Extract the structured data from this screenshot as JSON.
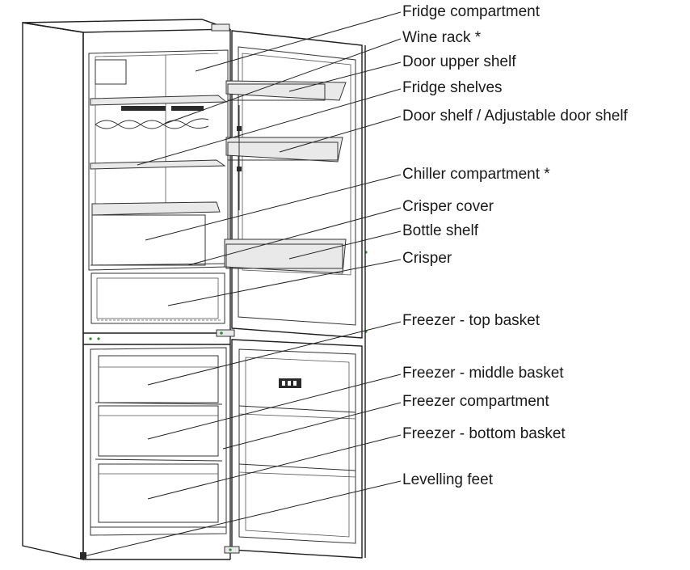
{
  "labels": [
    {
      "id": "fridge-compartment",
      "text": "Fridge compartment"
    },
    {
      "id": "wine-rack",
      "text": "Wine rack *"
    },
    {
      "id": "door-upper-shelf",
      "text": "Door upper shelf"
    },
    {
      "id": "fridge-shelves",
      "text": "Fridge shelves"
    },
    {
      "id": "door-shelf",
      "text": "Door shelf / Adjustable door shelf"
    },
    {
      "id": "chiller-compartment",
      "text": "Chiller compartment *"
    },
    {
      "id": "crisper-cover",
      "text": "Crisper cover"
    },
    {
      "id": "bottle-shelf",
      "text": "Bottle shelf"
    },
    {
      "id": "crisper",
      "text": "Crisper"
    },
    {
      "id": "freezer-top-basket",
      "text": "Freezer - top basket"
    },
    {
      "id": "freezer-middle-basket",
      "text": "Freezer - middle basket"
    },
    {
      "id": "freezer-compartment",
      "text": "Freezer compartment"
    },
    {
      "id": "freezer-bottom-basket",
      "text": "Freezer - bottom basket"
    },
    {
      "id": "levelling-feet",
      "text": "Levelling feet"
    }
  ]
}
